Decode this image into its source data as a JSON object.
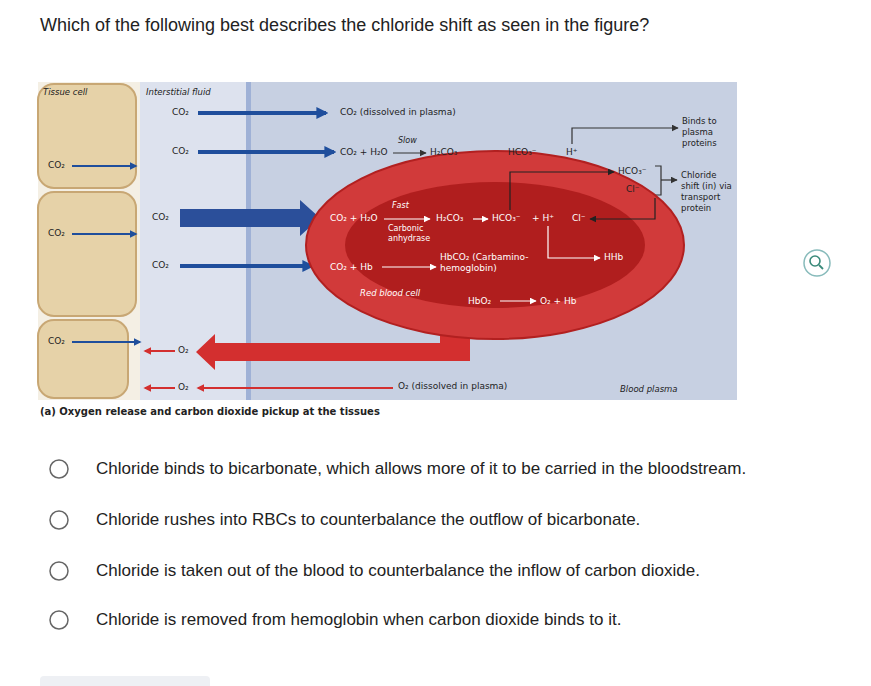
{
  "diagram": {
    "title": "Which of the following best describes the chloride shift as seen in the figure?",
    "caption": "(a) Oxygen release and carbon dioxide pickup at the tissues",
    "nodes": [
      {
        "text": [
          "Tissue cell",
          "CO₂",
          "CO₂",
          "CO₂"
        ]
      },
      {
        "text": [
          "Interstitial fluid",
          "CO₂",
          "CO₂",
          "CO₂",
          "CO₂",
          "O₂",
          "O₂"
        ]
      },
      {
        "text": [
          "Blood plasma",
          "CO₂ (dissolved in plasma)",
          "CO₂ + H₂O",
          "Slow",
          "H₂CO₃",
          "HCO₃⁻",
          "H⁺",
          "Binds to plasma proteins",
          "HCO₃⁻",
          "Cl⁻",
          "Chloride shift (in) via transport protein",
          "O₂ (dissolved in plasma)"
        ]
      },
      {
        "text": [
          "Red blood cell",
          "CO₂ + H₂O",
          "Fast",
          "Carbonic anhydrase",
          "H₂CO₃",
          "HCO₃⁻",
          "+ H⁺",
          "Cl⁻",
          "CO₂ + Hb",
          "HbCO₂ (Carbamino-hemoglobin)",
          "HbO₂",
          "O₂ + Hb",
          "HHb"
        ],
        "in": 2
      }
    ],
    "labels": [
      "Chloride binds to bicarbonate, which allows more of it to be carried in the bloodstream.",
      "Chloride rushes into RBCs to counterbalance the outflow of bicarbonate.",
      "Chloride is taken out of the blood to counterbalance the inflow of carbon dioxide.",
      "Chloride is removed from hemoglobin when carbon dioxide binds to it."
    ]
  }
}
